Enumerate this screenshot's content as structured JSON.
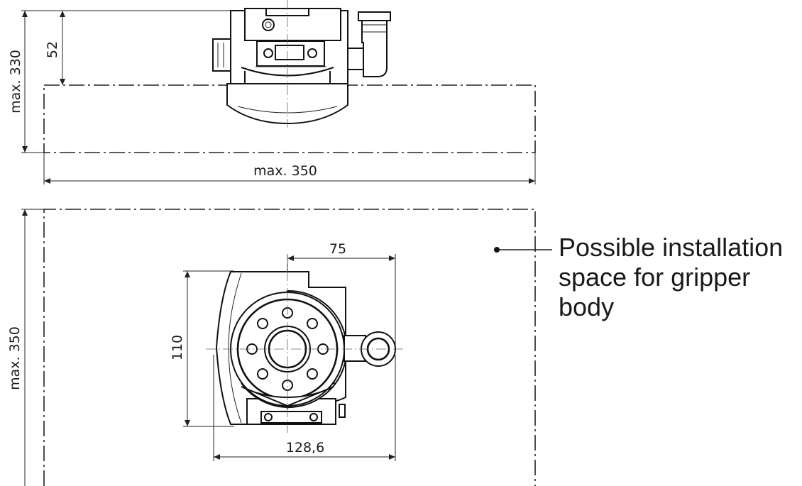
{
  "dimensions": {
    "top_height": "max. 330",
    "top_offset": "52",
    "top_width": "max. 350",
    "bottom_height": "max. 350",
    "bolt_pitch": "75",
    "body_height": "110",
    "body_width": "128,6"
  },
  "callout": {
    "line1": "Possible installation",
    "line2": "space for gripper",
    "line3": "body"
  }
}
